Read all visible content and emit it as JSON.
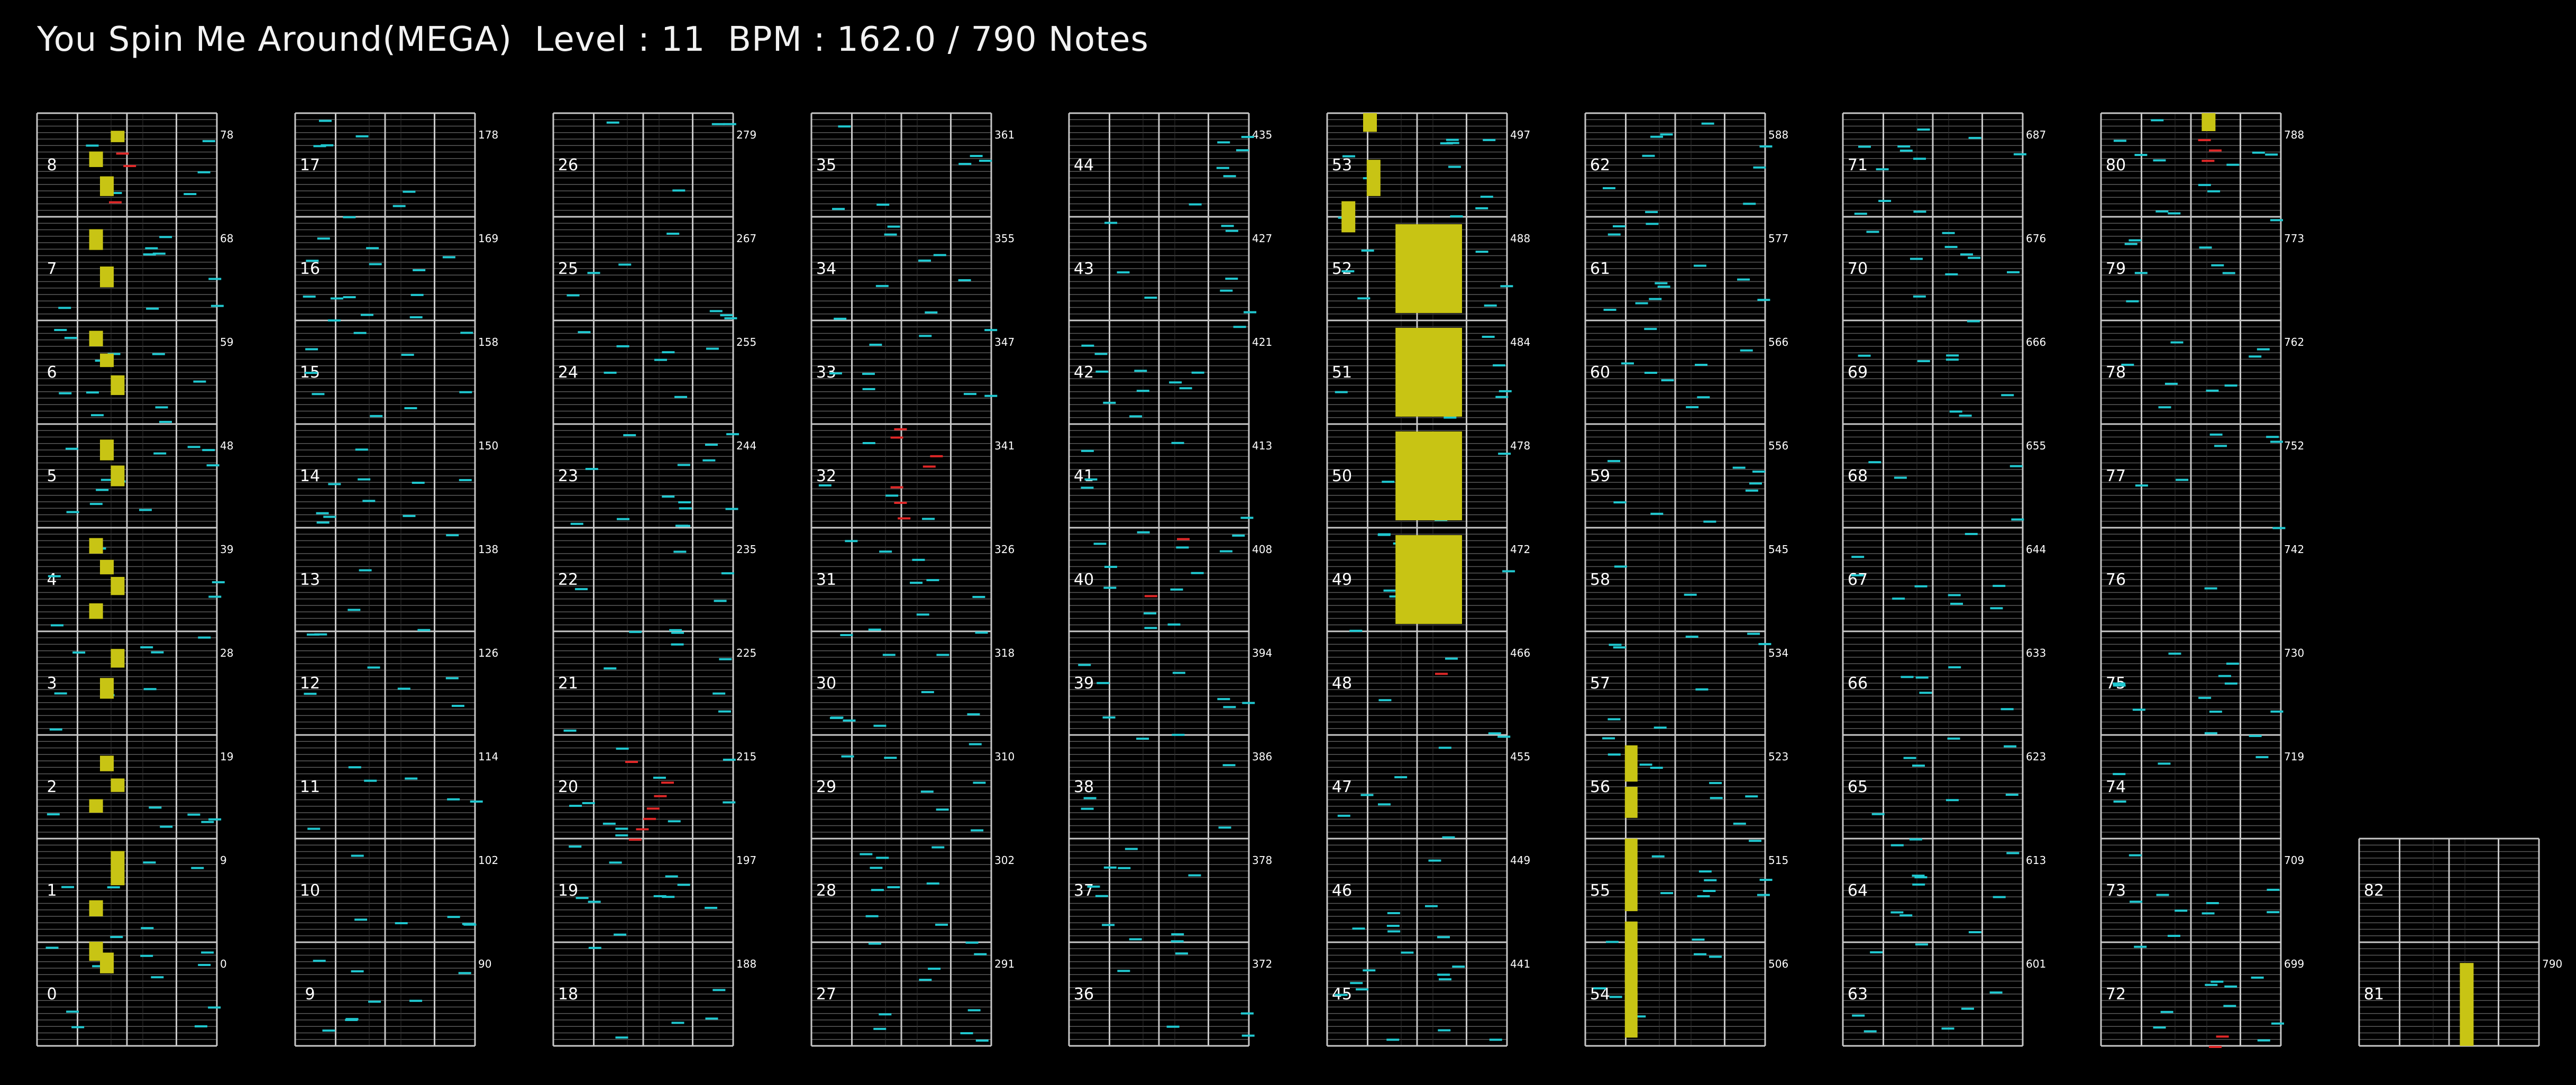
{
  "header": {
    "song": "You Spin Me Around(MEGA)",
    "level_text": "Level : 11",
    "bpm_text": "BPM : 162.0 / 790 Notes"
  },
  "colors": {
    "background": "#000000",
    "frame": "#c8c8c8",
    "beat_line": "#5a5a5a",
    "tap_note": "#20c8d0",
    "flick_note": "#e02828",
    "hold_note": "#c8c414",
    "lane_guide": "#2a6f88"
  },
  "columns": [
    {
      "measures": [
        0,
        1,
        2,
        3,
        4,
        5,
        6,
        7,
        8
      ],
      "note_counts": [
        "0",
        "9",
        "19",
        "28",
        "39",
        "48",
        "59",
        "68",
        "78"
      ]
    },
    {
      "measures": [
        9,
        10,
        11,
        12,
        13,
        14,
        15,
        16,
        17
      ],
      "note_counts": [
        "90",
        "102",
        "114",
        "126",
        "138",
        "150",
        "158",
        "169",
        "178"
      ]
    },
    {
      "measures": [
        18,
        19,
        20,
        21,
        22,
        23,
        24,
        25,
        26
      ],
      "note_counts": [
        "188",
        "197",
        "215",
        "225",
        "235",
        "244",
        "255",
        "267",
        "279"
      ]
    },
    {
      "measures": [
        27,
        28,
        29,
        30,
        31,
        32,
        33,
        34,
        35
      ],
      "note_counts": [
        "291",
        "302",
        "310",
        "318",
        "326",
        "341",
        "347",
        "355",
        "361"
      ]
    },
    {
      "measures": [
        36,
        37,
        38,
        39,
        40,
        41,
        42,
        43,
        44
      ],
      "note_counts": [
        "372",
        "378",
        "386",
        "394",
        "408",
        "413",
        "421",
        "427",
        "435"
      ]
    },
    {
      "measures": [
        45,
        46,
        47,
        48,
        49,
        50,
        51,
        52,
        53
      ],
      "note_counts": [
        "441",
        "449",
        "455",
        "466",
        "472",
        "478",
        "484",
        "488",
        "497"
      ]
    },
    {
      "measures": [
        54,
        55,
        56,
        57,
        58,
        59,
        60,
        61,
        62
      ],
      "note_counts": [
        "506",
        "515",
        "523",
        "534",
        "545",
        "556",
        "566",
        "577",
        "588"
      ]
    },
    {
      "measures": [
        63,
        64,
        65,
        66,
        67,
        68,
        69,
        70,
        71
      ],
      "note_counts": [
        "601",
        "613",
        "623",
        "633",
        "644",
        "655",
        "666",
        "676",
        "687"
      ]
    },
    {
      "measures": [
        72,
        73,
        74,
        75,
        76,
        77,
        78,
        79,
        80
      ],
      "note_counts": [
        "699",
        "709",
        "719",
        "730",
        "742",
        "752",
        "762",
        "773",
        "788"
      ]
    },
    {
      "measures": [
        81,
        82
      ],
      "note_counts": [
        "790",
        ""
      ]
    }
  ]
}
